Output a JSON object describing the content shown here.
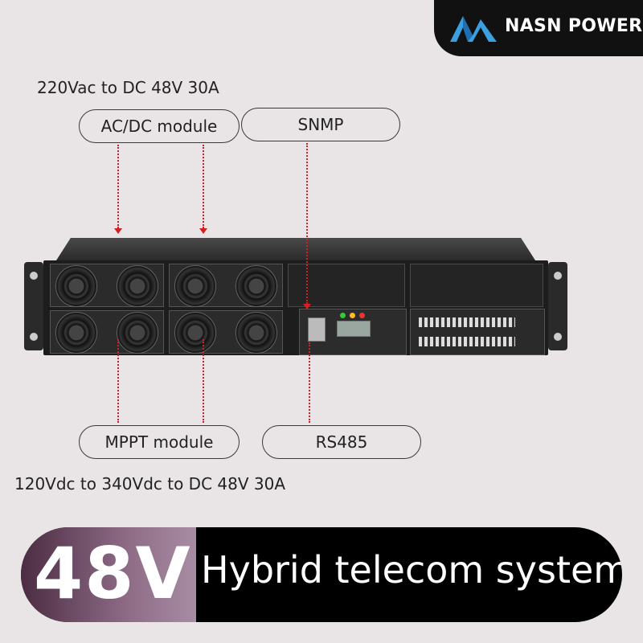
{
  "brand": {
    "name": "NASN POWER",
    "logo_icon": "nasn-mountain-logo-icon",
    "accent": "#3aa0e0"
  },
  "specs": {
    "acdc_spec": "220Vac to DC 48V 30A",
    "mppt_spec": "120Vdc to 340Vdc to DC 48V 30A"
  },
  "labels": {
    "acdc_module": "AC/DC module",
    "snmp": "SNMP",
    "mppt_module": "MPPT module",
    "rs485": "RS485"
  },
  "banner": {
    "voltage": "48V",
    "title": "Hybrid telecom system"
  },
  "colors": {
    "arrow": "#d42020",
    "banner_bg": "#000000",
    "page_bg": "#e9e4e5"
  }
}
